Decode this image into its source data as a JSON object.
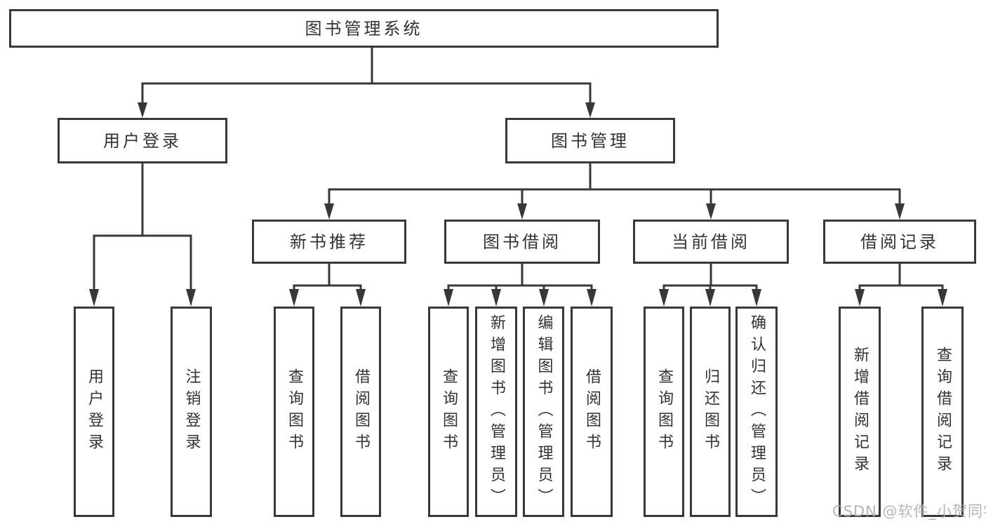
{
  "tree": {
    "root": {
      "label": "图书管理系统",
      "children": [
        {
          "label": "用户登录",
          "children": [
            {
              "label": "用户登录"
            },
            {
              "label": "注销登录"
            }
          ]
        },
        {
          "label": "图书管理",
          "children": [
            {
              "label": "新书推荐",
              "children": [
                {
                  "label": "查询图书"
                },
                {
                  "label": "借阅图书"
                }
              ]
            },
            {
              "label": "图书借阅",
              "children": [
                {
                  "label": "查询图书"
                },
                {
                  "label": "新增图书（管理员）"
                },
                {
                  "label": "编辑图书（管理员）"
                },
                {
                  "label": "借阅图书"
                }
              ]
            },
            {
              "label": "当前借阅",
              "children": [
                {
                  "label": "查询图书"
                },
                {
                  "label": "归还图书"
                },
                {
                  "label": "确认归还（管理员）"
                }
              ]
            },
            {
              "label": "借阅记录",
              "children": [
                {
                  "label": "新增借阅记录"
                },
                {
                  "label": "查询借阅记录"
                }
              ]
            }
          ]
        }
      ]
    }
  },
  "watermark": {
    "text": "CSDN @软件_小贺同学"
  },
  "colors": {
    "line": "#383838",
    "text": "#333333",
    "watermark": "#adadad",
    "background": "#ffffff"
  }
}
